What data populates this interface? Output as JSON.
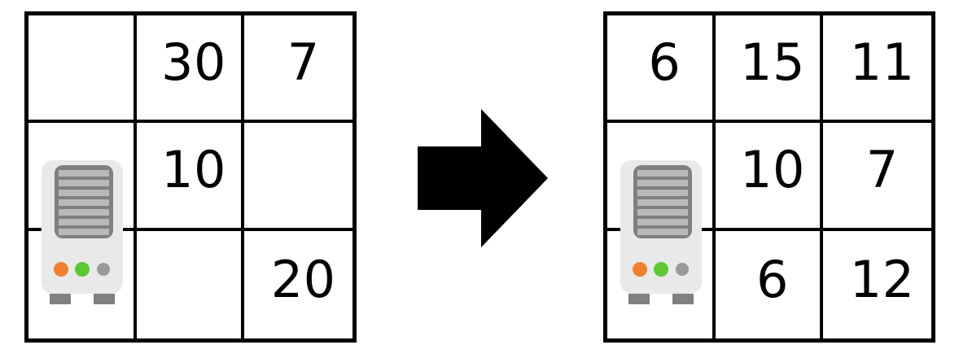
{
  "scene": {
    "title": "Grid state transition",
    "background_color": "#ffffff"
  },
  "colors": {
    "grid_line": "#000000",
    "cell_text": "#000000",
    "arrow": "#000000",
    "device_body": "#e9e9e9",
    "device_panel": "#808080",
    "device_vent": "#b9b9b9",
    "device_foot": "#808080",
    "led_orange": "#f08030",
    "led_green": "#5cc832",
    "led_gray": "#9a9a9a"
  },
  "before_grid": {
    "name": "before-grid",
    "rows": 3,
    "cols": 3,
    "agent_cell": {
      "row": 2,
      "col": 1
    },
    "cells": [
      [
        {
          "value": ""
        },
        {
          "value": "30"
        },
        {
          "value": "7"
        }
      ],
      [
        {
          "value": ""
        },
        {
          "value": "10"
        },
        {
          "value": ""
        }
      ],
      [
        {
          "value": ""
        },
        {
          "value": ""
        },
        {
          "value": "20"
        }
      ]
    ]
  },
  "after_grid": {
    "name": "after-grid",
    "rows": 3,
    "cols": 3,
    "agent_cell": {
      "row": 2,
      "col": 1
    },
    "cells": [
      [
        {
          "value": "6"
        },
        {
          "value": "15"
        },
        {
          "value": "11"
        }
      ],
      [
        {
          "value": ""
        },
        {
          "value": "10"
        },
        {
          "value": "7"
        }
      ],
      [
        {
          "value": ""
        },
        {
          "value": "6"
        },
        {
          "value": "12"
        }
      ]
    ]
  },
  "arrow": {
    "name": "right-arrow-icon",
    "direction": "right",
    "color": "#000000"
  },
  "device": {
    "name": "server-robot-icon",
    "vent_bar_count": 7,
    "leds": [
      {
        "name": "led-orange",
        "color": "#f08030"
      },
      {
        "name": "led-green",
        "color": "#5cc832"
      },
      {
        "name": "led-gray",
        "color": "#9a9a9a"
      }
    ],
    "feet": 2
  }
}
